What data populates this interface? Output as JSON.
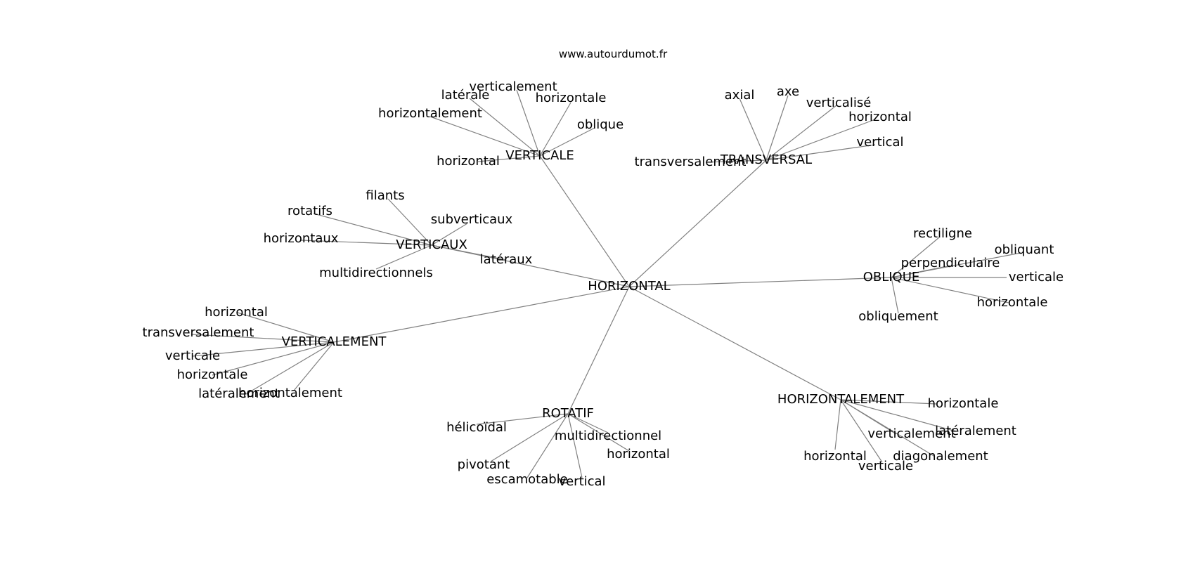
{
  "site": "www.autourdumot.fr",
  "colors": {
    "edge": "#808080",
    "text": "#000000",
    "background": "#ffffff"
  },
  "graph": {
    "center": "HORIZONTAL",
    "groups": [
      {
        "id": "verticale",
        "label": "VERTICALE",
        "children": [
          "verticalement",
          "latérale",
          "horizontale",
          "horizontalement",
          "oblique",
          "horizontal"
        ]
      },
      {
        "id": "transversal",
        "label": "TRANSVERSAL",
        "children": [
          "axial",
          "axe",
          "verticalisé",
          "horizontal",
          "vertical",
          "transversalement"
        ]
      },
      {
        "id": "verticaux",
        "label": "VERTICAUX",
        "children": [
          "filants",
          "rotatifs",
          "subverticaux",
          "horizontaux",
          "latéraux",
          "multidirectionnels"
        ]
      },
      {
        "id": "oblique",
        "label": "OBLIQUE",
        "children": [
          "rectiligne",
          "obliquant",
          "perpendiculaire",
          "verticale",
          "horizontale",
          "obliquement"
        ]
      },
      {
        "id": "verticalement",
        "label": "VERTICALEMENT",
        "children": [
          "horizontal",
          "transversalement",
          "verticale",
          "horizontale",
          "latéralement",
          "horizontalement"
        ]
      },
      {
        "id": "rotatif",
        "label": "ROTATIF",
        "children": [
          "hélicoïdal",
          "multidirectionnel",
          "horizontal",
          "pivotant",
          "escamotable",
          "vertical"
        ]
      },
      {
        "id": "horizontalement",
        "label": "HORIZONTALEMENT",
        "children": [
          "horizontale",
          "latéralement",
          "verticalement",
          "diagonalement",
          "horizontal",
          "verticale"
        ]
      }
    ]
  }
}
